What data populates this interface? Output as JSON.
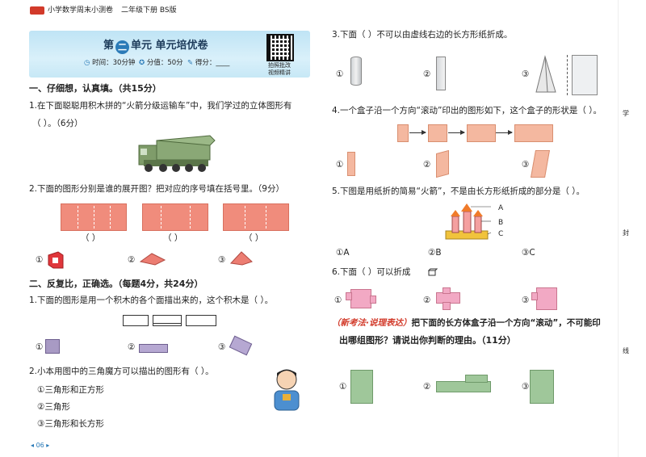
{
  "header": {
    "series": "小学数学周末小测卷",
    "grade": "二年级下册 BS版"
  },
  "banner": {
    "title_prefix": "第",
    "unit_no": "二",
    "title_suffix": "单元    单元培优卷",
    "time": "时间：30分钟",
    "score": "分值：50分",
    "got": "得分：____",
    "qr_caption_1": "拍照批改",
    "qr_caption_2": "视频精讲"
  },
  "left": {
    "s1": "一、仔细想，认真填。（共15分）",
    "q1": "1.在下面聪聪用积木拼的“火箭分级运输车”中，我们学过的立体图形有",
    "q1b": "（              ）。（6分）",
    "q2": "2.下面的图形分别是谁的展开图？把对应的序号填在括号里。（9分）",
    "paren": "（    ）",
    "opt1": "①",
    "opt2": "②",
    "opt3": "③",
    "s2": "二、反复比，正确选。（每题4分，共24分）",
    "q3": "1.下面的图形是用一个积木的各个面描出来的，这个积木是（      ）。",
    "q4": "2.小本用图中的三角魔方可以描出的图形有（      ）。",
    "q4a": "①三角形和正方形",
    "q4b": "②三角形",
    "q4c": "③三角形和长方形",
    "page_no": "06"
  },
  "right": {
    "q5": "3.下面（      ）不可以由虚线右边的长方形纸折成。",
    "q6": "4.一个盒子沿一个方向“滚动”印出的图形如下，这个盒子的形状是（      ）。",
    "q7": "5.下图是用纸折的简易“火箭”，不是由长方形纸折成的部分是（      ）。",
    "q7a": "①A",
    "q7b": "②B",
    "q7c": "③C",
    "labA": "A",
    "labB": "B",
    "labC": "C",
    "q8": "6.下面（      ）可以折成",
    "s3_tag": "（新考法·说理表达）",
    "s3": "把下面的长方体盒子沿一个方向“滚动”，不可能印",
    "s3b": "出哪组图形？请说出你判断的理由。（11分）",
    "opt1": "①",
    "opt2": "②",
    "opt3": "③"
  },
  "side_tabs": [
    "学",
    "封",
    "线"
  ]
}
